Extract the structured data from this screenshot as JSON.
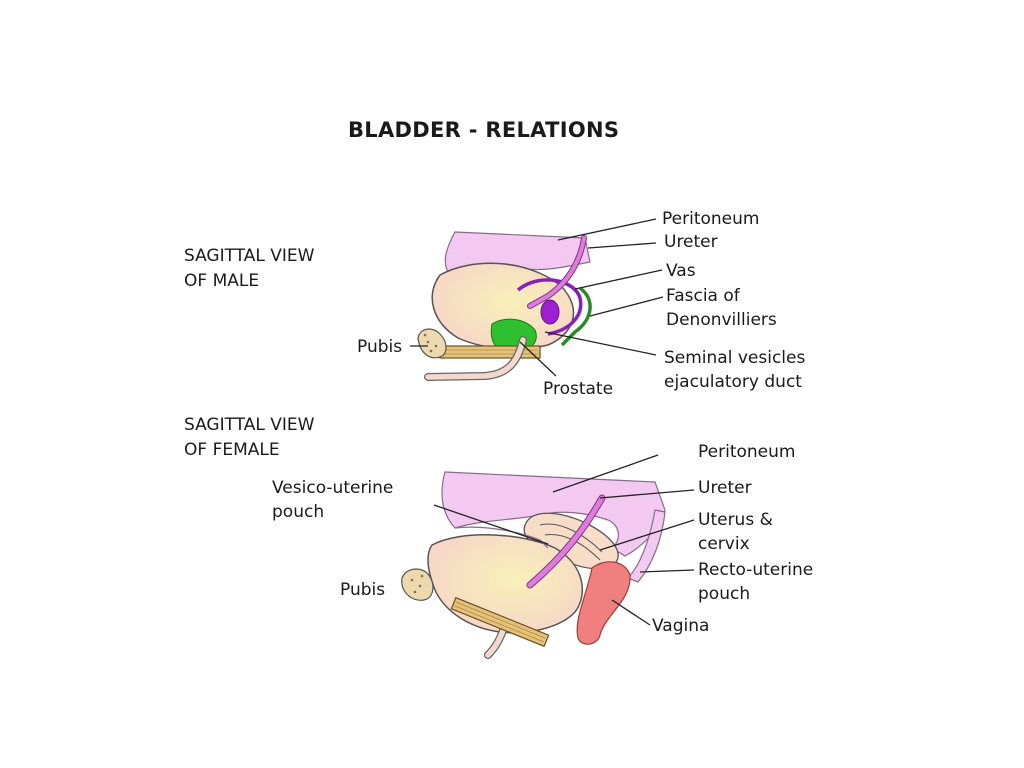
{
  "title": "BLADDER - RELATIONS",
  "male": {
    "view_title": "SAGITTAL VIEW\nOF MALE",
    "labels": {
      "peritoneum": "Peritoneum",
      "ureter": "Ureter",
      "vas": "Vas",
      "fascia": "Fascia of\nDenonvilliers",
      "pubis": "Pubis",
      "seminal": "Seminal vesicles\nejaculatory duct",
      "prostate": "Prostate"
    }
  },
  "female": {
    "view_title": "SAGITTAL VIEW\nOF FEMALE",
    "labels": {
      "peritoneum": "Peritoneum",
      "vesico": "Vesico-uterine\npouch",
      "ureter": "Ureter",
      "uterus": "Uterus &\ncervix",
      "pubis": "Pubis",
      "recto": "Recto-uterine\npouch",
      "vagina": "Vagina"
    }
  },
  "colors": {
    "peritoneum": "#f3c9f1",
    "bladder": "#f7d8c8",
    "bladder_highlight": "#f8f0b8",
    "ureter": "#e07ae0",
    "vas": "#8a1fb8",
    "fascia": "#2a8a2a",
    "prostate": "#2ec02e",
    "pubis": "#ecd9b0",
    "pubic_bar": "#e4c27a",
    "vagina": "#f08080"
  }
}
